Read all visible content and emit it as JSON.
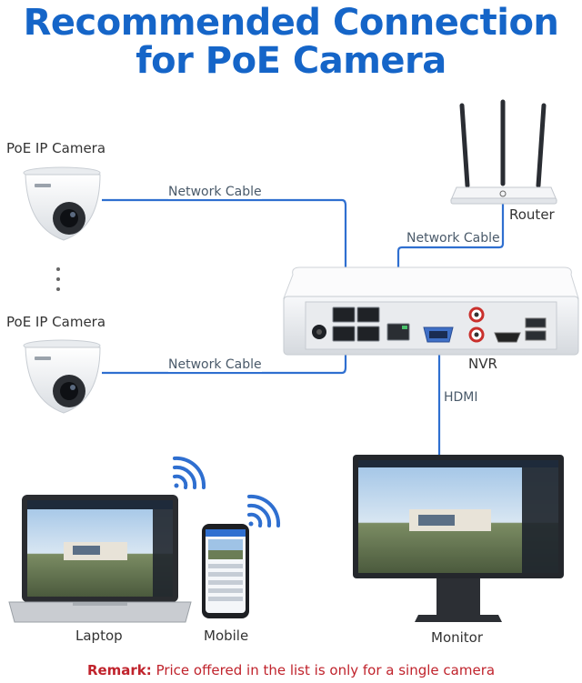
{
  "title": {
    "line1": "Recommended Connection",
    "line2": "for PoE Camera"
  },
  "devices": {
    "camera_top": "PoE IP Camera",
    "camera_bottom": "PoE IP Camera",
    "router": "Router",
    "nvr": "NVR",
    "laptop": "Laptop",
    "mobile": "Mobile",
    "monitor": "Monitor"
  },
  "cables": {
    "camera_top": "Network Cable",
    "router": "Network Cable",
    "camera_bottom": "Network Cable",
    "monitor": "HDMI"
  },
  "remark": {
    "label": "Remark:",
    "text": " Price offered in the list is only for a single camera"
  },
  "colors": {
    "title": "#1565c8",
    "cable": "#2f6fd0",
    "remark": "#c0232c"
  }
}
